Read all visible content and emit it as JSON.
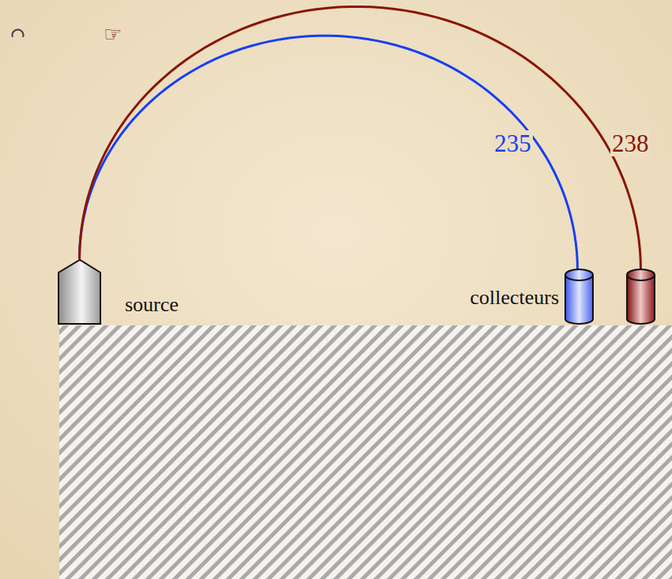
{
  "diagram": {
    "nodes": [
      {
        "text": [
          "source"
        ]
      },
      {
        "text": [
          "collecteurs"
        ]
      }
    ],
    "edges": [
      {
        "from": 0,
        "to": 1,
        "arrow": "none",
        "label": "235"
      },
      {
        "from": 0,
        "to": 1,
        "arrow": "none",
        "label": "238"
      }
    ],
    "labels": [
      "☞"
    ]
  }
}
